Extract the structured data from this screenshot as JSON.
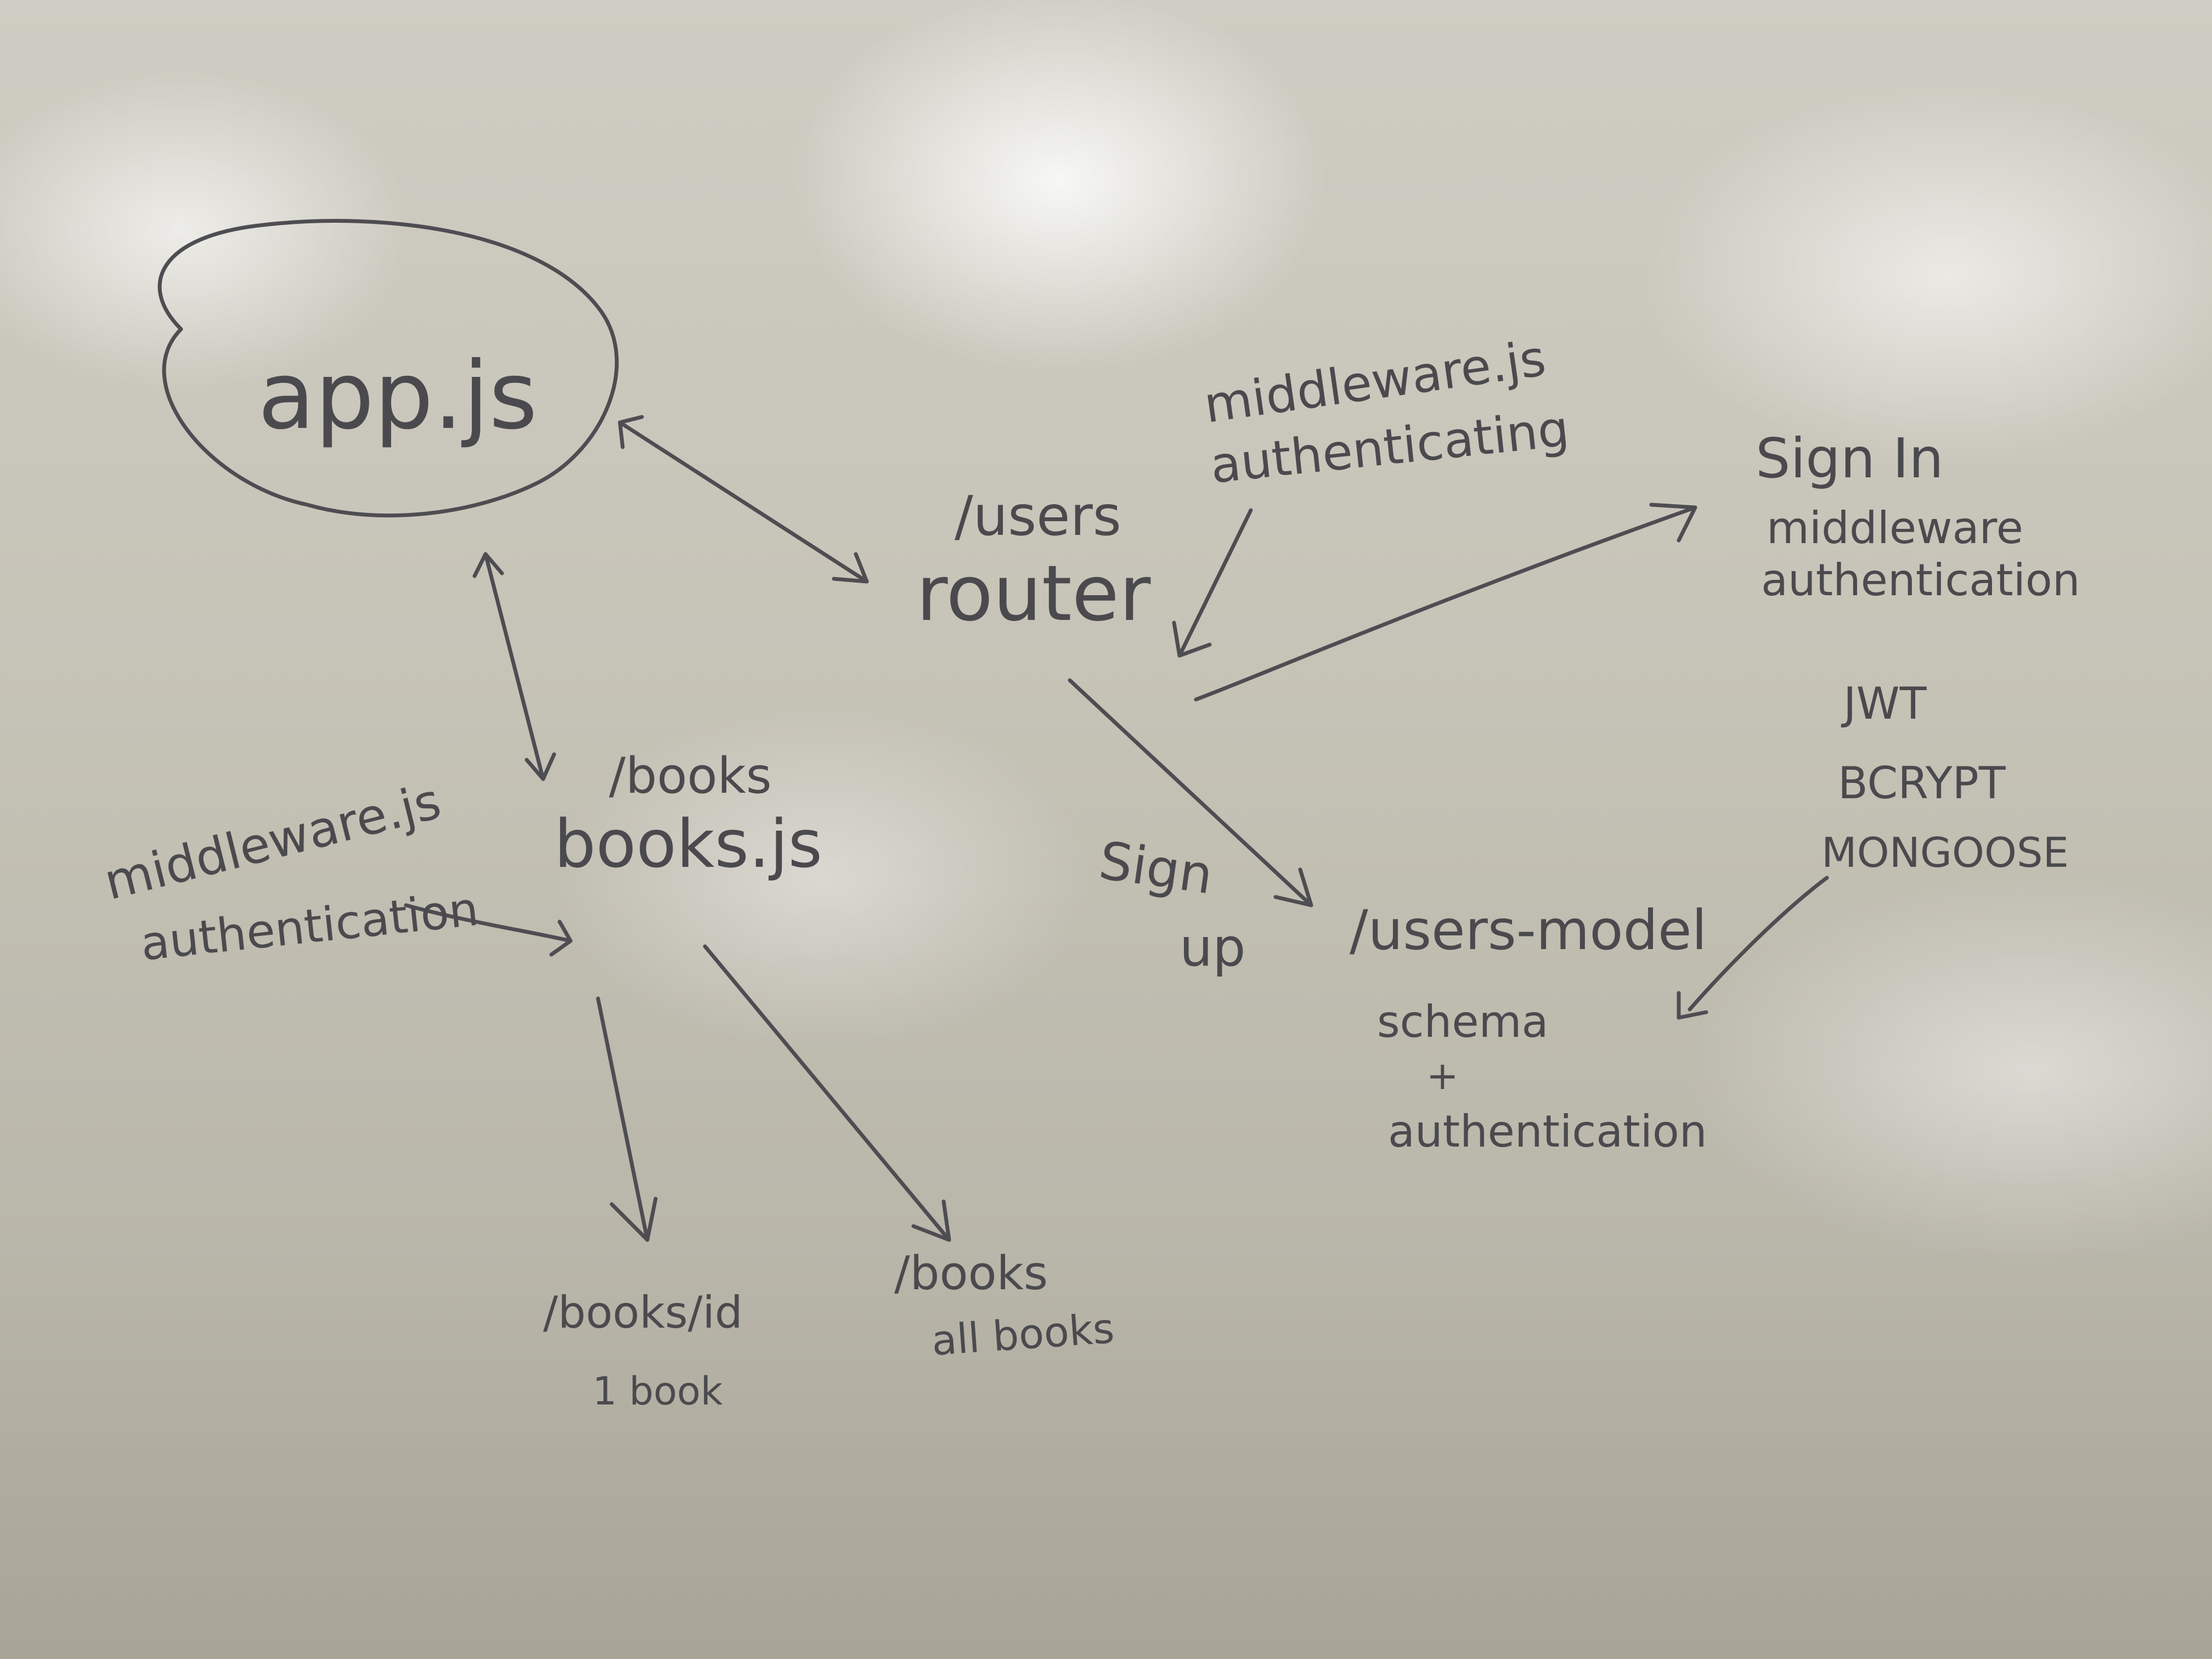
{
  "nodes": {
    "app": {
      "text": "app.js"
    },
    "users_router": {
      "path": "/users",
      "text": "router"
    },
    "users_middleware": {
      "line1": "middleware.js",
      "line2": "authenticating"
    },
    "sign_in": {
      "line1": "Sign In",
      "line2": "middleware",
      "line3": "authentication"
    },
    "libs": {
      "line1": "JWT",
      "line2": "BCRYPT",
      "line3": "MONGOOSE"
    },
    "books": {
      "path": "/books",
      "text": "books.js"
    },
    "books_middleware": {
      "line1": "middleware.js",
      "line2": "authentication"
    },
    "sign_up": {
      "line1": "Sign",
      "line2": "up"
    },
    "users_model": {
      "line1": "/users-model",
      "line2": "schema",
      "line3": "+",
      "line4": "authentication"
    },
    "book_by_id": {
      "line1": "/books/id",
      "line2": "1 book"
    },
    "all_books": {
      "line1": "/books",
      "line2": "all books"
    }
  },
  "colors": {
    "board": "#c6c3b7",
    "marker": "#4a4a4e"
  }
}
